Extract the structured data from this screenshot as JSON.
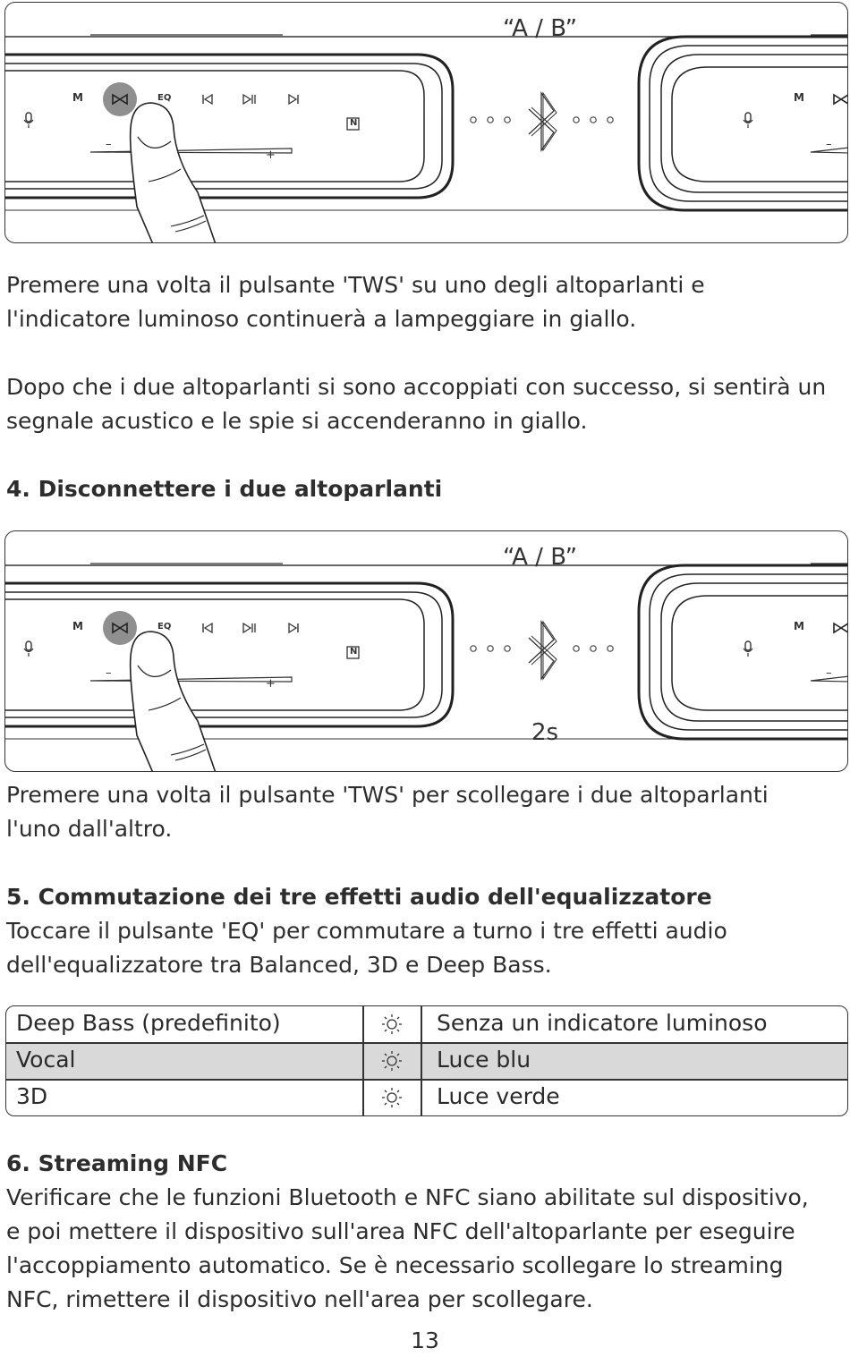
{
  "figure1": {
    "label_ab": "“A / B”",
    "buttons": {
      "m": "M",
      "eq": "EQ",
      "nfc": "N"
    }
  },
  "para_pair_1": [
    "Premere una volta il pulsante 'TWS' su uno degli altoparlanti e",
    "l'indicatore luminoso continuerà a lampeggiare in giallo."
  ],
  "para_pair_2": [
    "Dopo che i due altoparlanti si sono accoppiati con successo, si sentirà un",
    "segnale acustico e le spie si accenderanno in giallo."
  ],
  "section4": {
    "heading": "4. Disconnettere i due altoparlanti"
  },
  "figure2": {
    "label_ab": "“A / B”",
    "label_time": "2s",
    "buttons": {
      "m": "M",
      "eq": "EQ",
      "nfc": "N"
    }
  },
  "para_disconnect": [
    "Premere una volta il pulsante 'TWS' per scollegare i due altoparlanti",
    "l'uno dall'altro."
  ],
  "section5": {
    "heading": "5. Commutazione dei tre effetti audio dell'equalizzatore",
    "body": [
      "Toccare il pulsante 'EQ' per commutare a turno i tre effetti audio",
      "dell'equalizzatore tra Balanced, 3D e Deep Bass."
    ]
  },
  "eq_table": {
    "rows": [
      {
        "mode": "Deep Bass (predefinito)",
        "icon": "light-icon",
        "light": "Senza un indicatore luminoso"
      },
      {
        "mode": "Vocal",
        "icon": "light-icon",
        "light": "Luce blu"
      },
      {
        "mode": "3D",
        "icon": "light-icon",
        "light": "Luce verde"
      }
    ],
    "shade_color": "#d9d9d9"
  },
  "section6": {
    "heading": "6. Streaming NFC",
    "body": [
      "Verificare che le funzioni Bluetooth e NFC siano abilitate sul dispositivo,",
      "e poi mettere il dispositivo sull'area NFC dell'altoparlante per eseguire",
      "l'accoppiamento automatico. Se è necessario scollegare lo streaming",
      "NFC, rimettere il dispositivo nell'area per scollegare."
    ]
  },
  "page_number": "13"
}
